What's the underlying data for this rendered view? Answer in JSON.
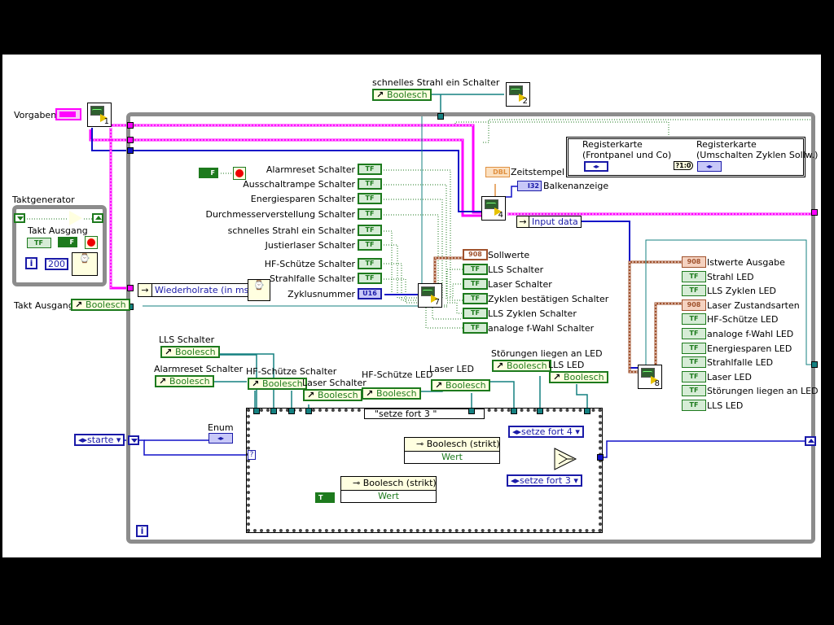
{
  "vi_window": {
    "type": "block-diagram"
  },
  "left_area": {
    "vorgaben_label": "Vorgaben",
    "subvi_1_num": "1",
    "taktgenerator_label": "Taktgenerator",
    "takt_ausgang_inner_label": "Takt Ausgang",
    "tf_label": "TF",
    "false_const": "F",
    "wait_ms_value": "200",
    "iteration_label": "i",
    "takt_ausgang_label": "Takt Ausgang",
    "takt_ausgang_local": "Boolesch"
  },
  "top_area": {
    "schnell_label": "schnelles Strahl ein Schalter",
    "schnell_local": "Boolesch",
    "subvi_2_num": "2",
    "subvi_4_num": "4",
    "zeitstempel_type": "DBL",
    "zeitstempel_label": "Zeitstempel",
    "balken_type": "I32",
    "balken_label": "Balkenanzeige",
    "input_data_label": "Input data",
    "wiederholrate_label": "Wiederholrate (in ms)"
  },
  "registerkarte": {
    "left_line1": "Registerkarte",
    "left_line2": "(Frontpanel und Co)",
    "right_line1": "Registerkarte",
    "right_line2": "(Umschalten Zyklen Sollw.)",
    "select_label": "?1:0"
  },
  "switches": [
    {
      "label": "Alarmreset Schalter",
      "type": "TF"
    },
    {
      "label": "Ausschaltrampe Schalter",
      "type": "TF"
    },
    {
      "label": "Energiesparen Schalter",
      "type": "TF"
    },
    {
      "label": "Durchmesserverstellung Schalter",
      "type": "TF"
    },
    {
      "label": "schnelles Strahl ein Schalter",
      "type": "TF"
    },
    {
      "label": "Justierlaser Schalter",
      "type": "TF"
    },
    {
      "label": "HF-Schütze Schalter",
      "type": "TF"
    },
    {
      "label": "Strahlfalle Schalter",
      "type": "TF"
    },
    {
      "label": "Zyklusnummer",
      "type": "U16"
    }
  ],
  "subvi_7": {
    "num": "7",
    "outputs": [
      {
        "label": "Sollwerte",
        "type": "908"
      },
      {
        "label": "LLS Schalter",
        "type": "TF"
      },
      {
        "label": "Laser Schalter",
        "type": "TF"
      },
      {
        "label": "Zyklen bestätigen Schalter",
        "type": "TF"
      },
      {
        "label": "LLS Zyklen Schalter",
        "type": "TF"
      },
      {
        "label": "analoge f-Wahl Schalter",
        "type": "TF"
      }
    ]
  },
  "subvi_8": {
    "num": "8",
    "outputs": [
      {
        "label": "Istwerte Ausgabe",
        "type": "908"
      },
      {
        "label": "Strahl LED",
        "type": "TF"
      },
      {
        "label": "LLS Zyklen LED",
        "type": "TF"
      },
      {
        "label": "Laser Zustandsarten",
        "type": "908"
      },
      {
        "label": "HF-Schütze LED",
        "type": "TF"
      },
      {
        "label": "analoge f-Wahl LED",
        "type": "TF"
      },
      {
        "label": "Energiesparen LED",
        "type": "TF"
      },
      {
        "label": "Strahlfalle LED",
        "type": "TF"
      },
      {
        "label": "Laser LED",
        "type": "TF"
      },
      {
        "label": "Störungen liegen an LED",
        "type": "TF"
      },
      {
        "label": "LLS LED",
        "type": "TF"
      }
    ]
  },
  "locals": [
    {
      "label": "LLS Schalter",
      "value": "Boolesch"
    },
    {
      "label": "Alarmreset Schalter",
      "value": "Boolesch"
    },
    {
      "label": "HF-Schütze Schalter",
      "value": "Boolesch"
    },
    {
      "label": "Laser Schalter",
      "value": "Boolesch"
    },
    {
      "label": "HF-Schütze LED",
      "value": "Boolesch"
    },
    {
      "label": "Laser LED",
      "value": "Boolesch"
    },
    {
      "label": "Störungen liegen an LED",
      "value": "Boolesch"
    },
    {
      "label": "LLS LED",
      "value": "Boolesch"
    }
  ],
  "state_machine": {
    "starte_enum": "starte",
    "enum_label": "Enum",
    "case_selector": "\"setze fort 3 \"",
    "case_query": "?",
    "prop1_header": "Boolesch (strikt)",
    "prop1_row": "Wert",
    "prop2_header": "Boolesch (strikt)",
    "prop2_row": "Wert",
    "true_const": "T",
    "setze_fort_4": "setze fort 4",
    "setze_fort_3": "setze fort 3",
    "loop_i": "i"
  }
}
